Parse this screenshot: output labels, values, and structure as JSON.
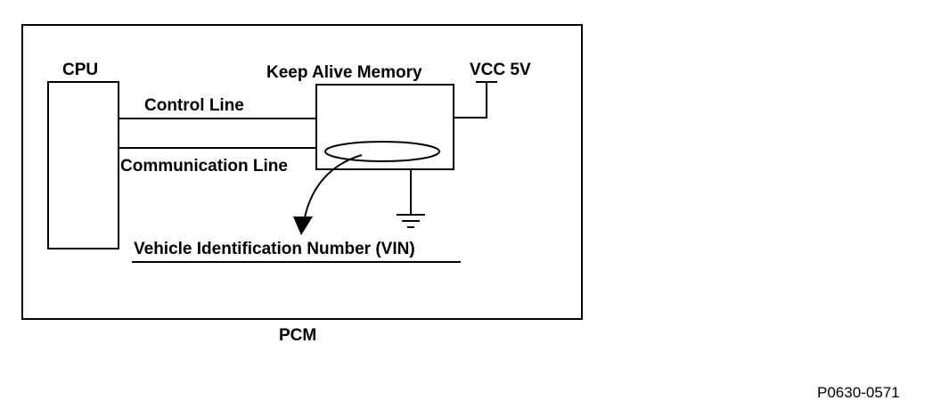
{
  "labels": {
    "cpu": "CPU",
    "keep_alive_memory": "Keep Alive Memory",
    "vcc": "VCC 5V",
    "control_line": "Control Line",
    "communication_line": "Communication Line",
    "vin": "Vehicle Identification Number (VIN)",
    "pcm": "PCM",
    "figure_code": "P0630-0571"
  },
  "colors": {
    "line": "#000000",
    "background": "#ffffff"
  },
  "icons": {
    "ground": "ground-symbol-icon",
    "arrow": "curved-arrow-icon"
  }
}
